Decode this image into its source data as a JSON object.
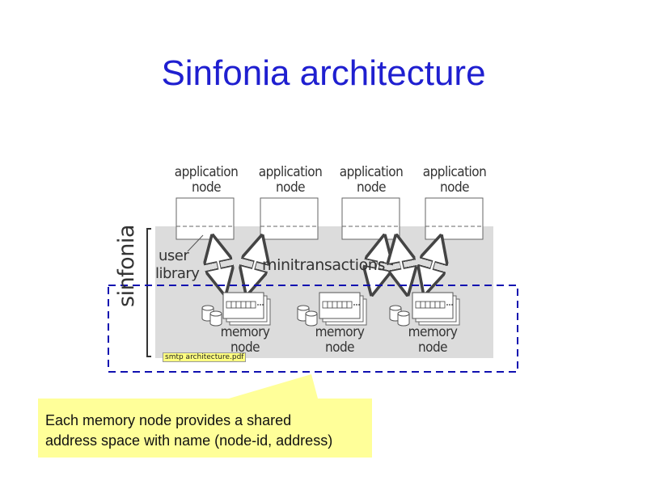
{
  "slide": {
    "title": "Sinfonia architecture"
  },
  "diagram": {
    "application_nodes": [
      {
        "line1": "application",
        "line2": "node"
      },
      {
        "line1": "application",
        "line2": "node"
      },
      {
        "line1": "application",
        "line2": "node"
      },
      {
        "line1": "application",
        "line2": "node"
      }
    ],
    "memory_nodes": [
      {
        "line1": "memory",
        "line2": "node"
      },
      {
        "line1": "memory",
        "line2": "node"
      },
      {
        "line1": "memory",
        "line2": "node"
      }
    ],
    "user_library_line1": "user",
    "user_library_line2": "library",
    "minitransactions_label": "minitransactions",
    "sinfonia_label": "sinfonia",
    "file_tag": "smtp architecture.pdf"
  },
  "callout": {
    "line1": "Each memory node provides a shared",
    "line2": "address space with name (node-id, address)",
    "background": "#ffff99"
  },
  "colors": {
    "title": "#1f1fd0",
    "dashed_box": "#1010b0",
    "panel": "#dcdcdc"
  }
}
